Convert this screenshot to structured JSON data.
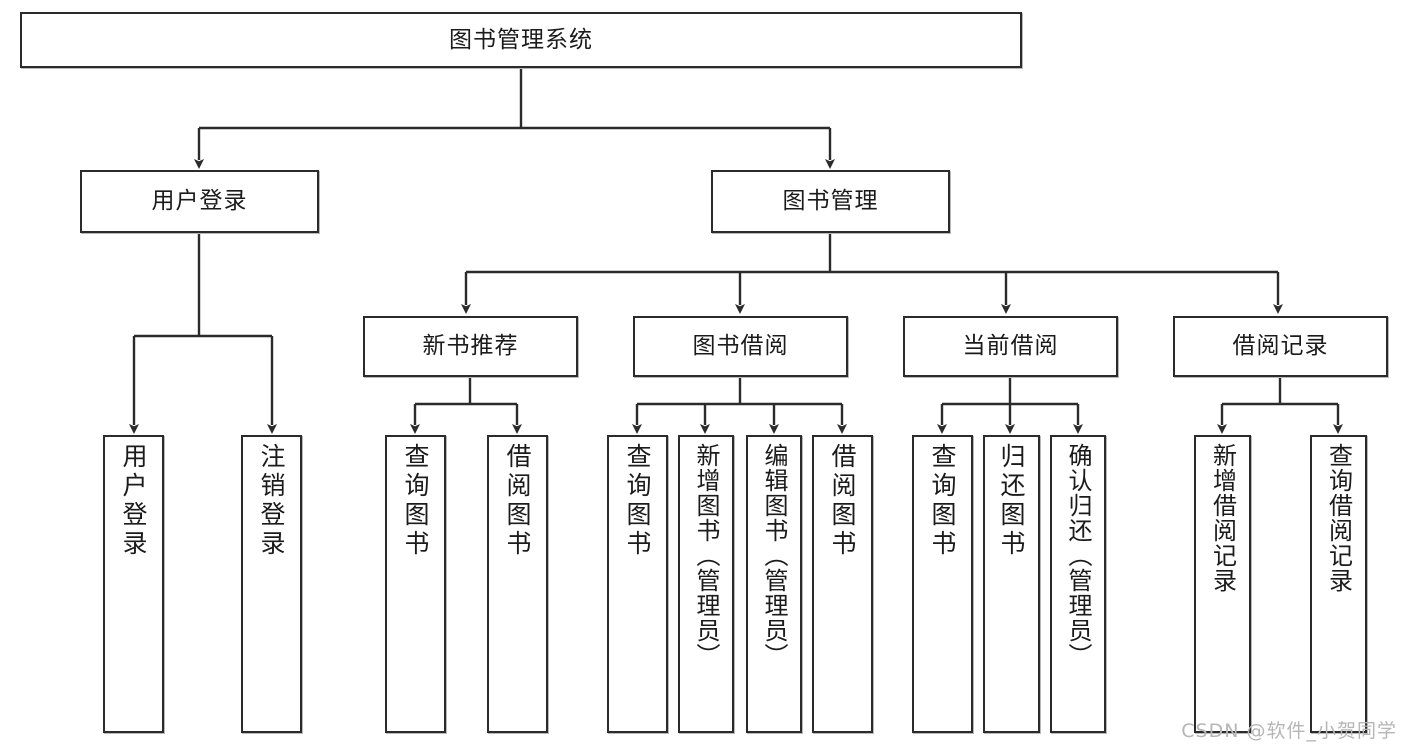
{
  "diagram": {
    "title": "图书管理系统",
    "type": "hierarchy-tree",
    "colors": {
      "box_border": "#2b2b2b",
      "box_fill": "#ffffff",
      "connector": "#2b2b2b",
      "watermark": "#b6b6b6",
      "background": "#ffffff"
    },
    "root": {
      "label": "图书管理系统"
    },
    "level2": [
      {
        "label": "用户登录"
      },
      {
        "label": "图书管理"
      }
    ],
    "level3": [
      {
        "label": "新书推荐"
      },
      {
        "label": "图书借阅"
      },
      {
        "label": "当前借阅"
      },
      {
        "label": "借阅记录"
      }
    ],
    "leaves": {
      "user_login": [
        {
          "label": "用户登录"
        },
        {
          "label": "注销登录"
        }
      ],
      "new_book_recommend": [
        {
          "label": "查询图书"
        },
        {
          "label": "借阅图书"
        }
      ],
      "book_borrow": [
        {
          "label": "查询图书"
        },
        {
          "label": "新增图书（管理员）"
        },
        {
          "label": "编辑图书（管理员）"
        },
        {
          "label": "借阅图书"
        }
      ],
      "current_borrow": [
        {
          "label": "查询图书"
        },
        {
          "label": "归还图书"
        },
        {
          "label": "确认归还（管理员）"
        }
      ],
      "borrow_record": [
        {
          "label": "新增借阅记录"
        },
        {
          "label": "查询借阅记录"
        }
      ]
    }
  },
  "watermark": {
    "text": "CSDN @软件_小贺同学"
  }
}
